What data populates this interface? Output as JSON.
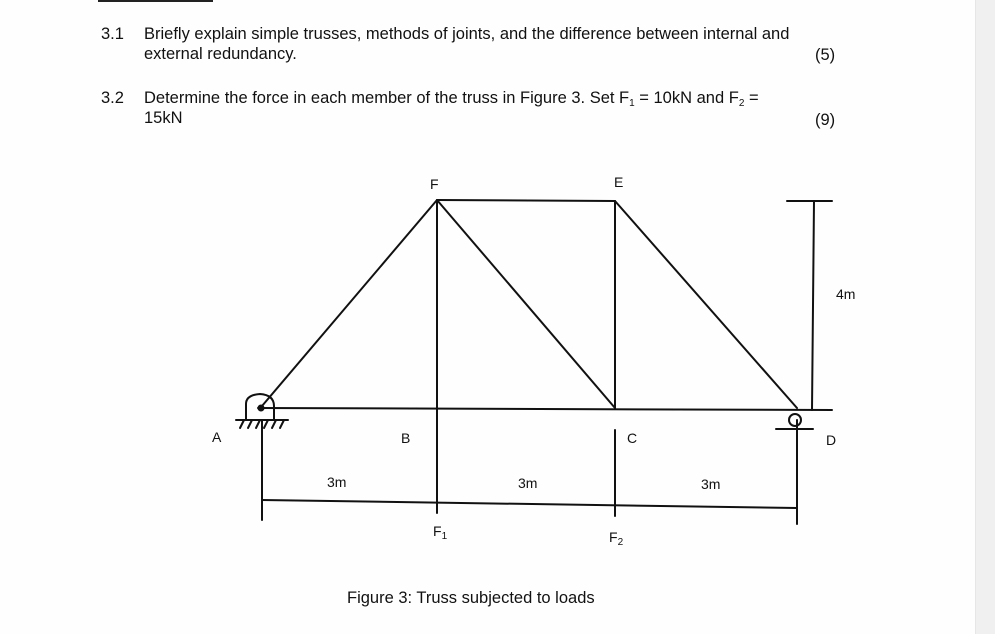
{
  "questions": [
    {
      "number": "3.1",
      "line1": "Briefly explain simple trusses, methods of joints, and the difference between internal and",
      "line2": "external redundancy.",
      "marks": "(5)"
    },
    {
      "number": "3.2",
      "line1_a": "Determine the force in each member of the truss in Figure 3. Set F",
      "sub1": "1",
      "line1_b": " = 10kN and F",
      "sub2": "2",
      "line1_c": " =",
      "line2": "15kN",
      "marks": "(9)"
    }
  ],
  "figure": {
    "caption": "Figure 3: Truss subjected to loads",
    "joints": {
      "A": "A",
      "B": "B",
      "C": "C",
      "D": "D",
      "E": "E",
      "F": "F"
    },
    "loads": [
      {
        "label": "F",
        "sub": "1"
      },
      {
        "label": "F",
        "sub": "2"
      }
    ],
    "dimensions": {
      "span1": "3m",
      "span2": "3m",
      "span3": "3m",
      "height": "4m"
    }
  }
}
